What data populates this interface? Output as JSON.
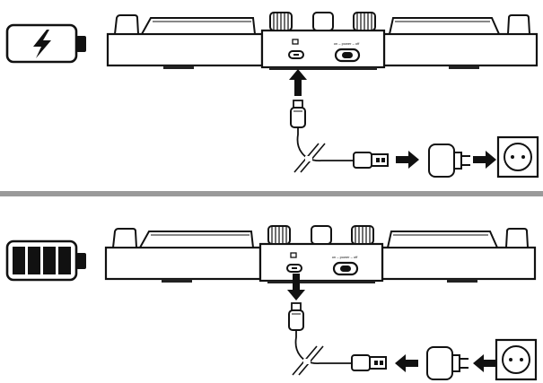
{
  "panels": [
    {
      "id": "charging",
      "battery_state": "charging",
      "battery_icon": "lightning-bolt-icon",
      "port_arrow": "up",
      "chain_arrows": "right",
      "switch_label": "on – power – off"
    },
    {
      "id": "charged",
      "battery_state": "full",
      "battery_icon": "battery-full-icon",
      "port_arrow": "down",
      "chain_arrows": "left",
      "switch_label": "on – power – off"
    }
  ],
  "colors": {
    "line": "#111111",
    "divider": "#9a9a9a",
    "background": "#ffffff"
  }
}
